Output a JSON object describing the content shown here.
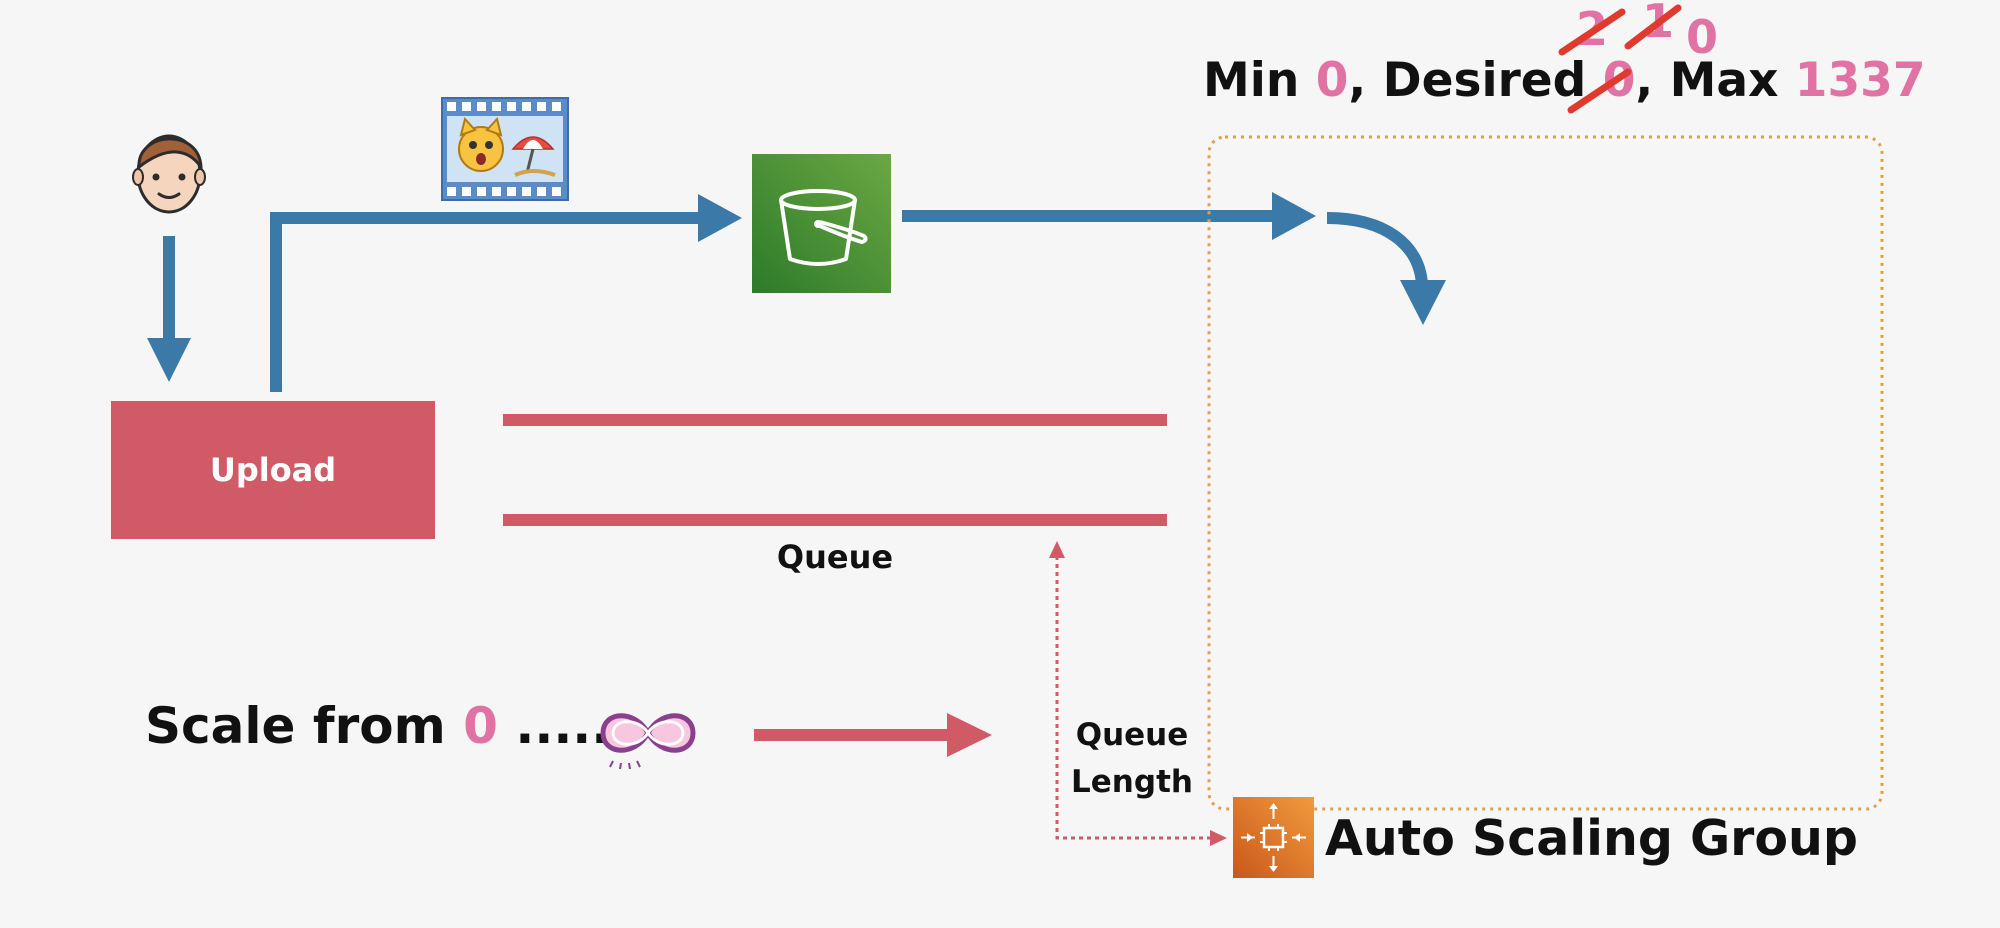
{
  "diagram": {
    "upload_label": "Upload",
    "queue_label": "Queue",
    "queue_length_line1": "Queue",
    "queue_length_line2": "Length",
    "scale_prefix": "Scale from ",
    "scale_from_value": "0",
    "scale_dots": " .......",
    "capacity": {
      "min_label": "Min ",
      "min_value": "0",
      "desired_label": ", Desired ",
      "desired_value": "0",
      "max_label": ", Max ",
      "max_value": "1337",
      "desired_history": [
        "2",
        "1",
        "0"
      ]
    },
    "asg_label": "Auto Scaling Group"
  },
  "colors": {
    "flow_arrow": "#3a79a8",
    "queue_red": "#d05a66",
    "highlight_pink": "#e072a4",
    "asg_border": "#e2a04c",
    "strike_red": "#e03a2e",
    "s3_green": "#3f8a32",
    "asg_orange": "#e07b28"
  },
  "icons": [
    "user-icon",
    "video-icon",
    "s3-bucket-icon",
    "infinity-icon",
    "ec2-instance-icon"
  ]
}
